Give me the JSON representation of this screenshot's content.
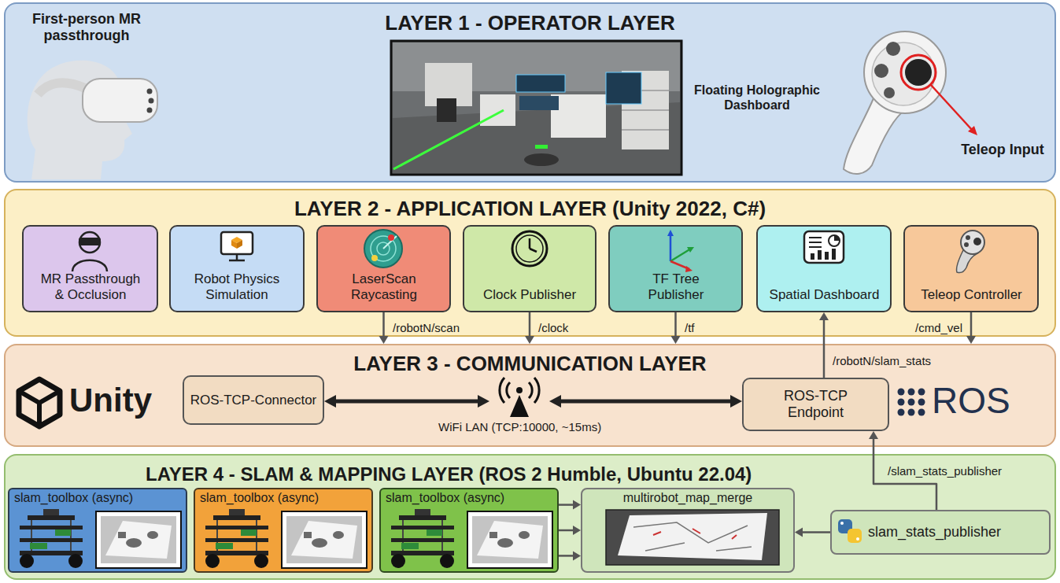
{
  "diagram": {
    "nodes": [
      {
        "text": [
          "LAYER 1 - OPERATOR LAYER"
        ]
      },
      {
        "text": [
          "LAYER 2 - APPLICATION LAYER (Unity 2022, C#)"
        ]
      },
      {
        "text": [
          "MR Passthrough & Occlusion"
        ],
        "in": 1
      },
      {
        "text": [
          "Robot Physics Simulation"
        ],
        "in": 1
      },
      {
        "text": [
          "LaserScan Raycasting"
        ],
        "in": 1
      },
      {
        "text": [
          "Clock Publisher"
        ],
        "in": 1
      },
      {
        "text": [
          "TF Tree Publisher"
        ],
        "in": 1
      },
      {
        "text": [
          "Spatial Dashboard"
        ],
        "in": 1
      },
      {
        "text": [
          "Teleop Controller"
        ],
        "in": 1
      },
      {
        "text": [
          "LAYER 3 - COMMUNICATION LAYER"
        ]
      },
      {
        "text": [
          "ROS-TCP-Connector"
        ],
        "in": 9
      },
      {
        "text": [
          "ROS-TCP Endpoint"
        ],
        "in": 9
      },
      {
        "text": [
          "LAYER 4 - SLAM & MAPPING LAYER (ROS 2 Humble, Ubuntu 22.04)"
        ]
      },
      {
        "text": [
          "slam_toolbox (async)"
        ],
        "in": 12
      },
      {
        "text": [
          "slam_toolbox (async)"
        ],
        "in": 12
      },
      {
        "text": [
          "slam_toolbox (async)"
        ],
        "in": 12
      },
      {
        "text": [
          "multirobot_map_merge"
        ],
        "in": 12
      },
      {
        "text": [
          "slam_stats_publisher"
        ],
        "in": 12
      }
    ],
    "edges": [
      {
        "from": 4,
        "to": 9,
        "arrow": "to",
        "label": "/robotN/scan"
      },
      {
        "from": 5,
        "to": 9,
        "arrow": "to",
        "label": "/clock"
      },
      {
        "from": 6,
        "to": 9,
        "arrow": "to",
        "label": "/tf"
      },
      {
        "from": 11,
        "to": 7,
        "arrow": "to",
        "label": "/robotN/slam_stats"
      },
      {
        "from": 8,
        "to": 9,
        "arrow": "to",
        "label": "/cmd_vel"
      },
      {
        "from": 10,
        "to": 11,
        "arrow": "both",
        "label": "WiFi LAN (TCP:10000, ~15ms)"
      },
      {
        "from": 15,
        "to": 16,
        "arrow": "to"
      },
      {
        "from": 15,
        "to": 16,
        "arrow": "to"
      },
      {
        "from": 15,
        "to": 16,
        "arrow": "to"
      },
      {
        "from": 17,
        "to": 16,
        "arrow": "to"
      },
      {
        "from": 17,
        "to": 11,
        "arrow": "to",
        "label": "/slam_stats_publisher"
      }
    ],
    "labels": [
      "First-person MR passthrough",
      "Floating Holographic Dashboard",
      "Teleop Input",
      "Unity",
      "ROS"
    ]
  }
}
